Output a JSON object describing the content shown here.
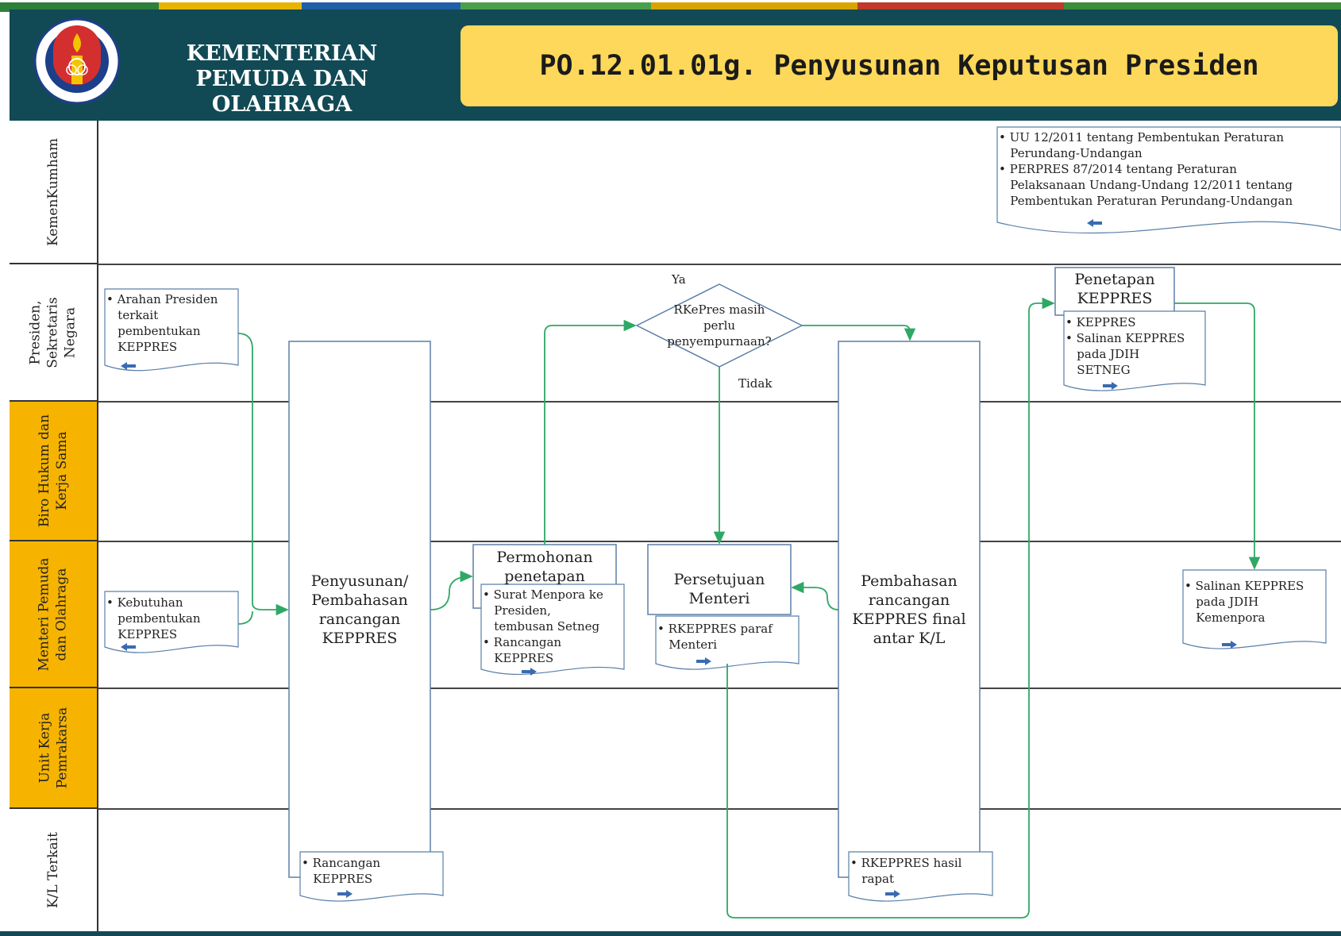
{
  "header": {
    "org_name": "KEMENTERIAN PEMUDA DAN OLAHRAGA",
    "title": "PO.12.01.01g.  Penyusunan  Keputusan  Presiden",
    "colors": {
      "banner": "#114a55",
      "title_box": "#fed85a",
      "lane_highlight": "#f6b400",
      "connector": "#2fa866",
      "box_border": "#5b7fa8"
    }
  },
  "lanes": [
    {
      "label": "KemenKumham",
      "highlight": false
    },
    {
      "label": "Presiden,\nSekretaris\nNegara",
      "highlight": false
    },
    {
      "label": "Biro Hukum dan\nKerja Sama",
      "highlight": true
    },
    {
      "label": "Menteri Pemuda\ndan Olahraga",
      "highlight": true
    },
    {
      "label": "Unit Kerja\nPemrakarsa",
      "highlight": true
    },
    {
      "label": "K/L Terkait",
      "highlight": false
    }
  ],
  "documents": {
    "regulations": "• UU 12/2011 tentang Pembentukan Peraturan\n   Perundang-Undangan\n• PERPRES 87/2014 tentang Peraturan\n   Pelaksanaan Undang-Undang 12/2011 tentang\n   Pembentukan Peraturan Perundang-Undangan",
    "arahan": "• Arahan Presiden\n   terkait\n   pembentukan\n   KEPPRES",
    "kebutuhan": "• Kebutuhan\n   pembentukan\n   KEPPRES",
    "rancangan": "• Rancangan\n   KEPPRES",
    "surat": "• Surat Menpora ke\n   Presiden,\n   tembusan Setneg\n• Rancangan\n   KEPPRES",
    "rkeppres_paraf": "• RKEPPRES paraf\n   Menteri",
    "rkeppres_hasil": "• RKEPPRES hasil\n   rapat",
    "keppres_out": "• KEPPRES\n• Salinan KEPPRES\n   pada JDIH\n   SETNEG",
    "salinan": "• Salinan KEPPRES\n   pada JDIH\n   Kemenpora"
  },
  "process": {
    "penyusunan": "Penyusunan/\nPembahasan\nrancangan\nKEPPRES",
    "permohonan": "Permohonan\npenetapan",
    "persetujuan": "Persetujuan\nMenteri",
    "pembahasan": "Pembahasan\nrancangan\nKEPPRES final\nantar K/L",
    "penetapan": "Penetapan\nKEPPRES"
  },
  "decision": {
    "text": "RKePres masih\nperlu\npenyempurnaan?",
    "yes": "Ya",
    "no": "Tidak"
  }
}
